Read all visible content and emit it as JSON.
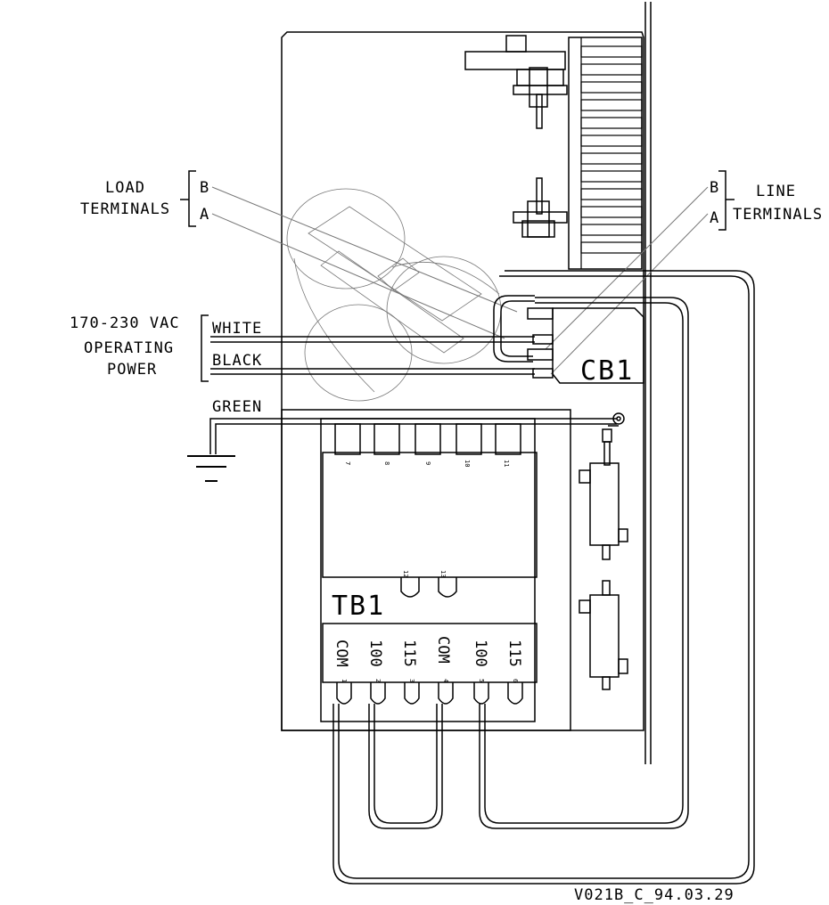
{
  "load_block": {
    "title_line1": "LOAD",
    "title_line2": "TERMINALS",
    "terminal_b": "B",
    "terminal_a": "A"
  },
  "line_block": {
    "title_line1": "LINE",
    "title_line2": "TERMINALS",
    "terminal_b": "B",
    "terminal_a": "A"
  },
  "power_block": {
    "line1": "170-230 VAC",
    "line2": "OPERATING",
    "line3": "POWER",
    "wire_white": "WHITE",
    "wire_black": "BLACK"
  },
  "ground": {
    "wire_green": "GREEN"
  },
  "breaker": {
    "label": "CB1"
  },
  "terminal_board": {
    "label": "TB1",
    "upper_terminals": [
      "7",
      "8",
      "9",
      "10",
      "11"
    ],
    "middle_terminals": [
      "12",
      "13"
    ],
    "lower_labels": [
      "COM",
      "100",
      "115",
      "COM",
      "100",
      "115"
    ],
    "lower_numbers": [
      "1",
      "2",
      "3",
      "4",
      "5",
      "6"
    ]
  },
  "drawing_id": "V021B_C_94.03.29",
  "icons": {
    "ground": "ground-icon"
  },
  "colors": {
    "line": "#000000",
    "leader": "#777777",
    "background": "#ffffff"
  }
}
